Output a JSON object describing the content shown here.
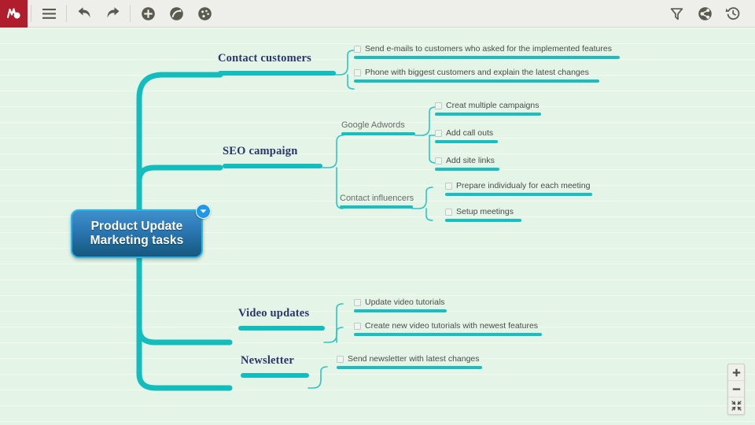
{
  "toolbar": {
    "logo_name": "mindmeister-logo",
    "buttons": [
      {
        "name": "menu-button",
        "icon": "hamburger-icon",
        "label": "Menu"
      },
      {
        "name": "undo-button",
        "icon": "undo-arrow-icon",
        "label": "Undo"
      },
      {
        "name": "redo-button",
        "icon": "redo-arrow-icon",
        "label": "Redo"
      },
      {
        "name": "add-node-button",
        "icon": "plus-circle-icon",
        "label": "Add node"
      },
      {
        "name": "connect-button",
        "icon": "connection-circle-icon",
        "label": "Connection"
      },
      {
        "name": "style-button",
        "icon": "palette-circle-icon",
        "label": "Style"
      },
      {
        "name": "filter-button",
        "icon": "funnel-icon",
        "label": "Filter"
      },
      {
        "name": "share-button",
        "icon": "share-nodes-icon",
        "label": "Share"
      },
      {
        "name": "history-button",
        "icon": "history-clock-icon",
        "label": "History"
      }
    ]
  },
  "zoom_control": {
    "zoom_in_label": "+",
    "zoom_out_label": "–",
    "fit_label": "Fit to screen"
  },
  "map": {
    "root": {
      "title": "Product Update\nMarketing tasks",
      "badge_icon": "chevron-down-icon"
    },
    "branches": [
      {
        "label": "Contact customers",
        "children": [
          {
            "label": "Send e-mails to customers who asked for the implemented features",
            "checked": false
          },
          {
            "label": "Phone with biggest customers and explain the latest changes",
            "checked": false
          }
        ]
      },
      {
        "label": "SEO campaign",
        "children": [
          {
            "label": "Google Adwords",
            "children": [
              {
                "label": "Creat multiple campaigns",
                "checked": false
              },
              {
                "label": "Add call outs",
                "checked": false
              },
              {
                "label": "Add site links",
                "checked": false
              }
            ]
          },
          {
            "label": "Contact influencers",
            "children": [
              {
                "label": "Prepare individualy for each meeting",
                "checked": false
              },
              {
                "label": "Setup meetings",
                "checked": false
              }
            ]
          }
        ]
      },
      {
        "label": "Video updates",
        "children": [
          {
            "label": "Update video tutorials",
            "checked": false
          },
          {
            "label": "Create new video tutorials with newest features",
            "checked": false
          }
        ]
      },
      {
        "label": "Newsletter",
        "children": [
          {
            "label": "Send newsletter with latest changes",
            "checked": false
          }
        ]
      }
    ]
  },
  "colors": {
    "canvas_bg": "#e4f5e7",
    "toolbar_bg": "#eeeeea",
    "logo_red": "#b01d2c",
    "branch_teal": "#14bdbd",
    "leaf_teal": "#19bfc0",
    "root_border": "#27b6e8",
    "root_text": "#ffffff",
    "branch_text": "#29356b",
    "badge_blue": "#1f97ea"
  }
}
